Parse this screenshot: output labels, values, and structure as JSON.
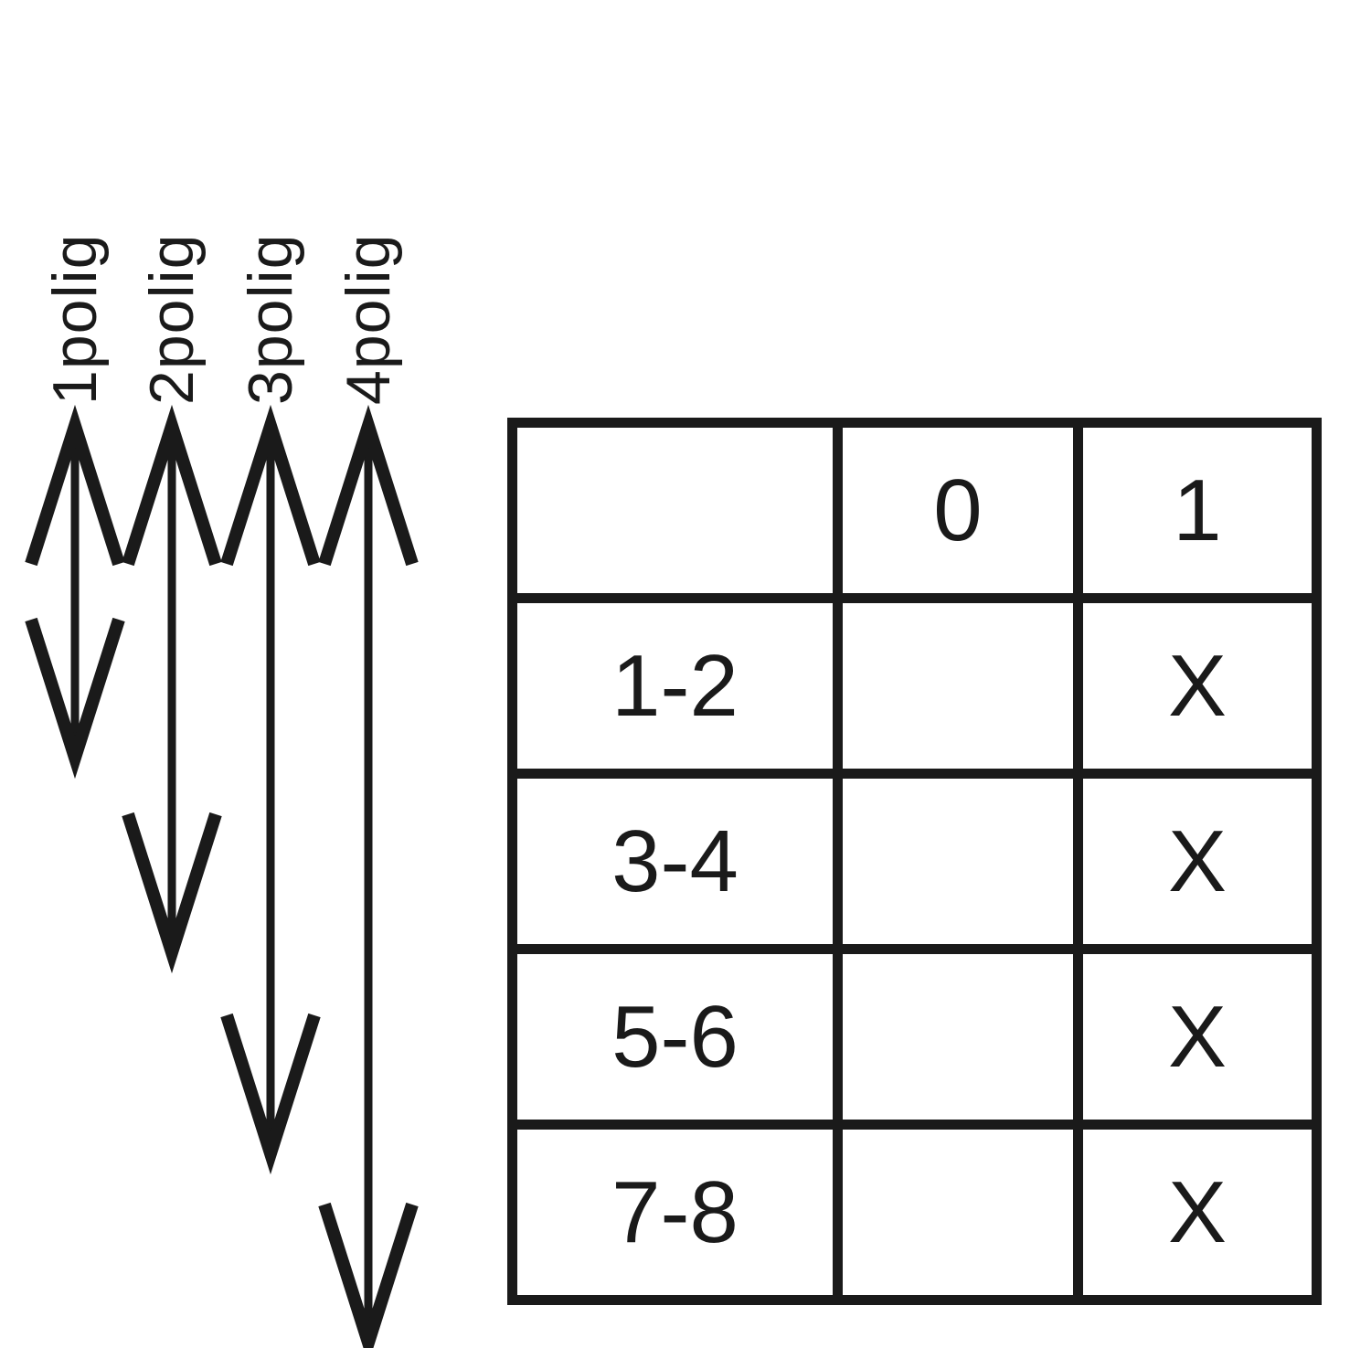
{
  "diagram": {
    "pole_labels": [
      {
        "label": "1polig"
      },
      {
        "label": "2polig"
      },
      {
        "label": "3polig"
      },
      {
        "label": "4polig"
      }
    ],
    "arrows": [
      {
        "name": "double-headed-arrow-1polig",
        "spans_rows": "1-2"
      },
      {
        "name": "double-headed-arrow-2polig",
        "spans_rows": "1-2 to 3-4"
      },
      {
        "name": "double-headed-arrow-3polig",
        "spans_rows": "1-2 to 5-6"
      },
      {
        "name": "double-headed-arrow-4polig",
        "spans_rows": "1-2 to 7-8"
      }
    ],
    "table": {
      "header": {
        "corner": "",
        "pos0": "0",
        "pos1": "1"
      },
      "rows": [
        {
          "contact": "1-2",
          "pos0": "",
          "pos1": "X"
        },
        {
          "contact": "3-4",
          "pos0": "",
          "pos1": "X"
        },
        {
          "contact": "5-6",
          "pos0": "",
          "pos1": "X"
        },
        {
          "contact": "7-8",
          "pos0": "",
          "pos1": "X"
        }
      ]
    },
    "colors": {
      "foreground": "#1a1a1a",
      "background": "#ffffff"
    }
  }
}
